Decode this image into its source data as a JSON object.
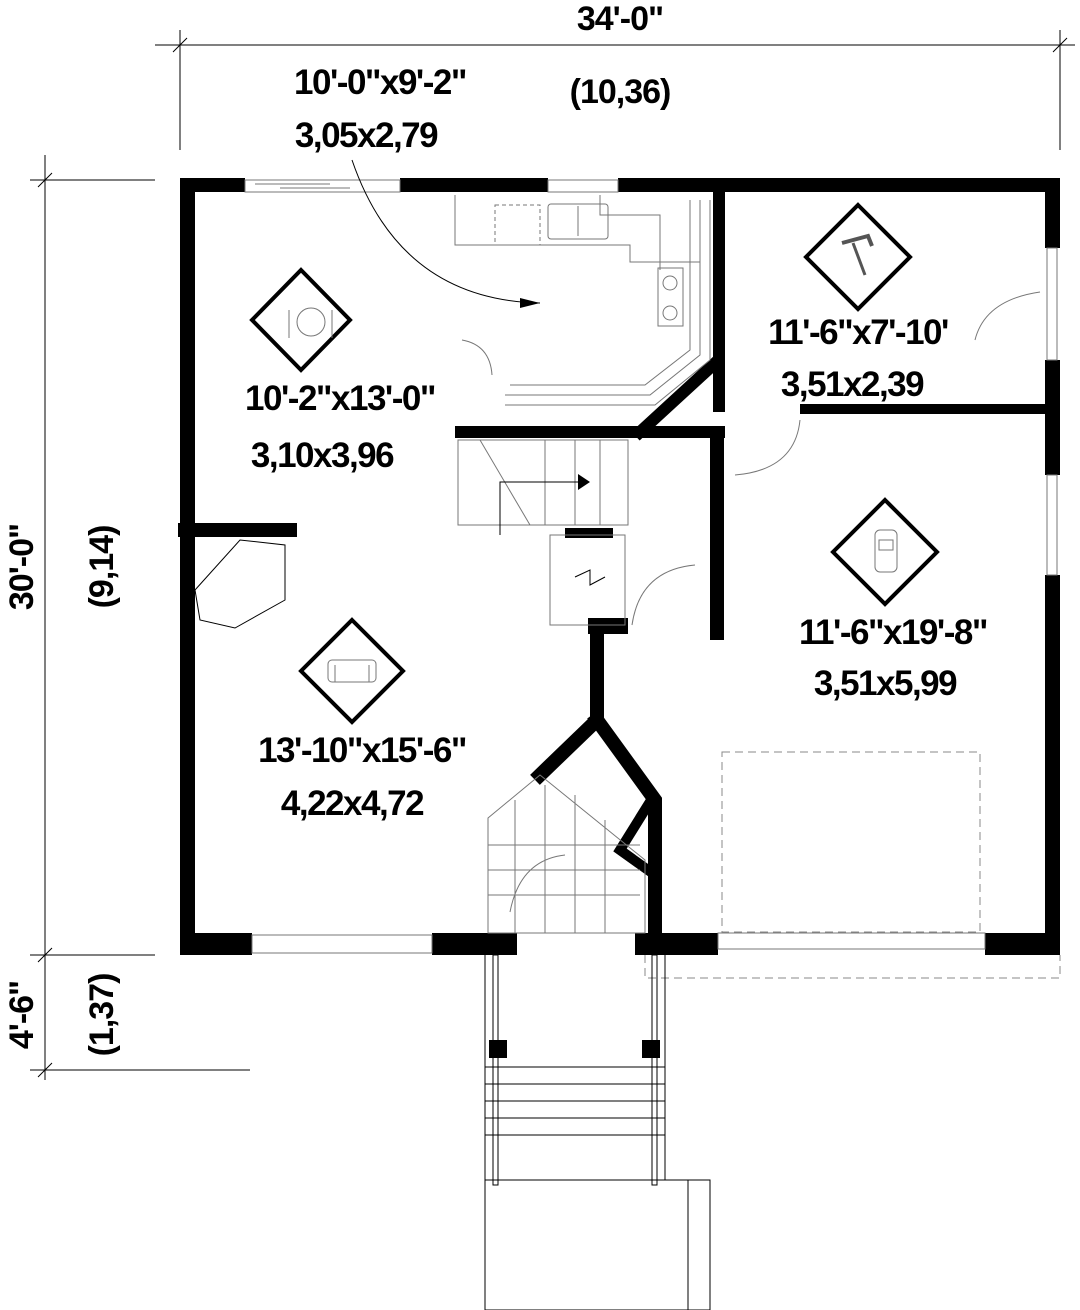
{
  "dimensions": {
    "overall_width_imperial": "34'-0\"",
    "overall_width_metric": "(10,36)",
    "overall_depth_imperial": "30'-0\"",
    "overall_depth_metric": "(9,14)",
    "porch_depth_imperial": "4'-6\"",
    "porch_depth_metric": "(1,37)"
  },
  "rooms": {
    "kitchen": {
      "imperial": "10'-0\"x9'-2\"",
      "metric": "3,05x2,79"
    },
    "dining": {
      "imperial": "10'-2\"x13'-0\"",
      "metric": "3,10x3,96",
      "icon": "dining-plate-icon"
    },
    "living": {
      "imperial": "13'-10\"x15'-6\"",
      "metric": "4,22x4,72",
      "icon": "sofa-icon"
    },
    "workshop": {
      "imperial": "11'-6\"x7'-10'",
      "metric": "3,51x2,39",
      "icon": "hammer-icon"
    },
    "garage": {
      "imperial": "11'-6\"x19'-8\"",
      "metric": "3,51x5,99",
      "icon": "car-icon"
    }
  }
}
